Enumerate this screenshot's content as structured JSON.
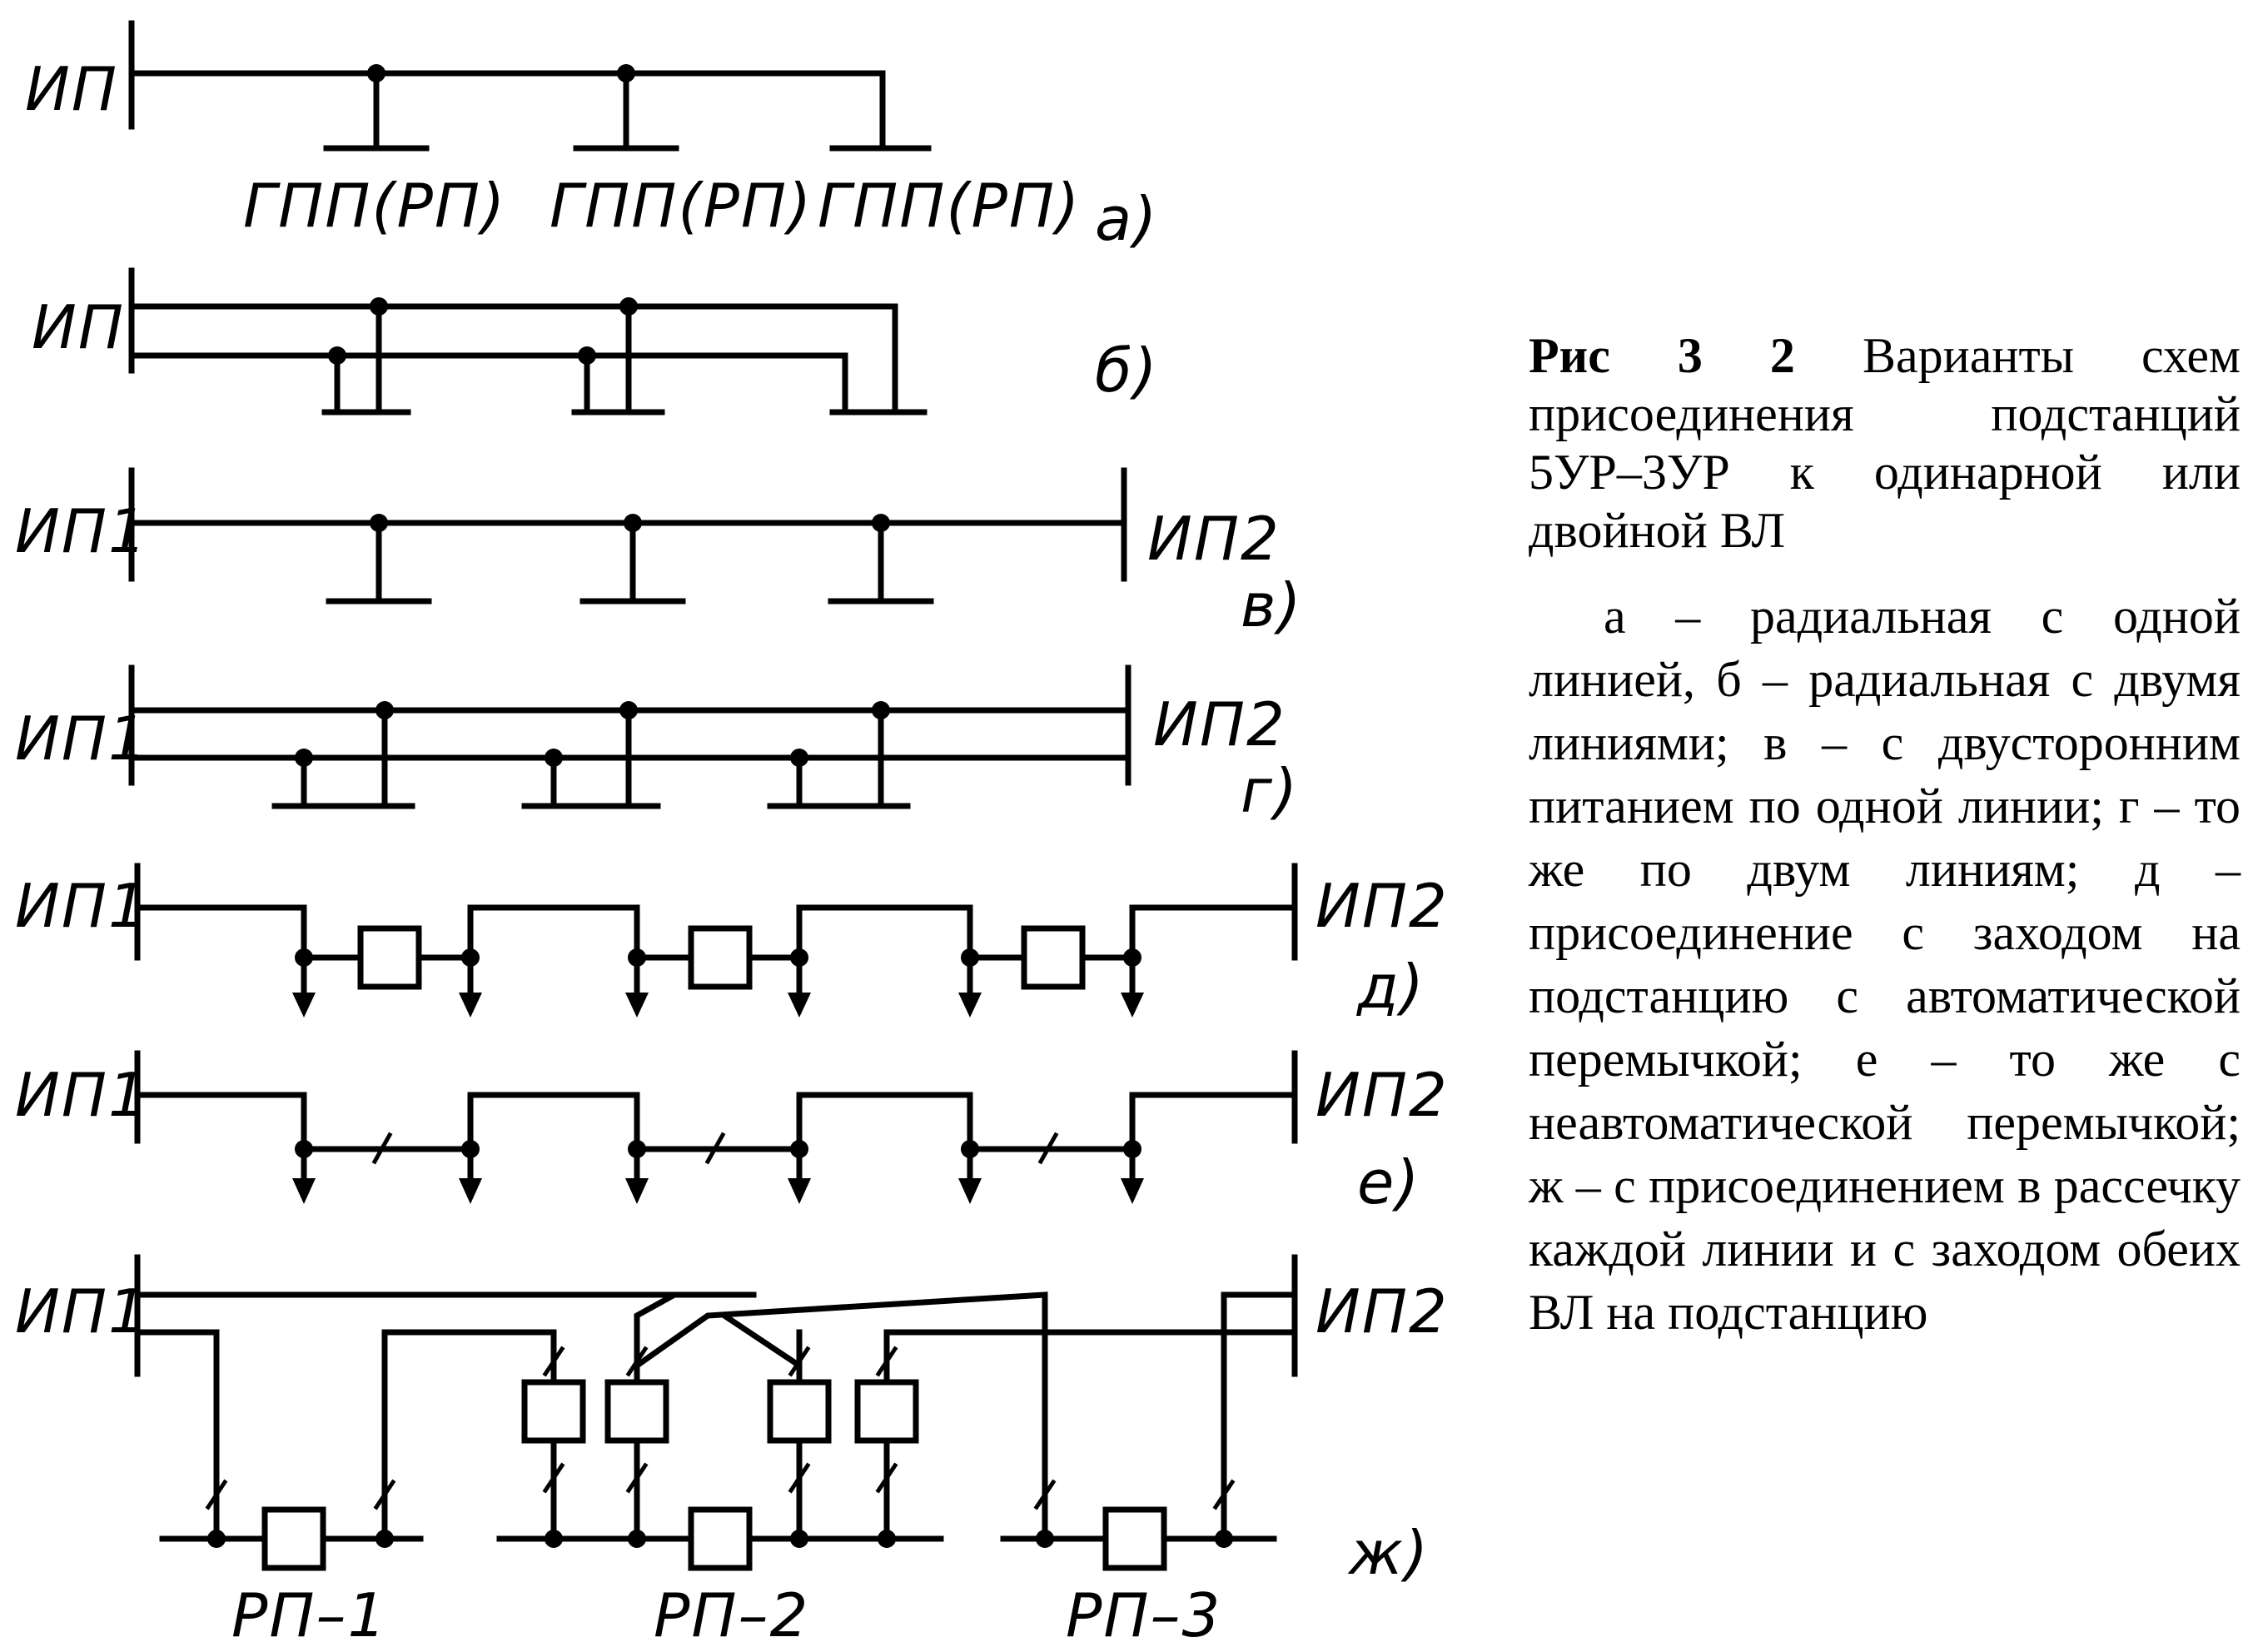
{
  "figure": {
    "caption": {
      "number": "Рис  3 2",
      "title": "Варианты схем присоединения подстанций 5УР–3УР к одинарной или двойной ВЛ",
      "description": "а – радиальная с одной линией, б – радиальная с двумя линиями; в – с двусторонним питанием по одной линии; г – то же по двум линиям; д – присоединение с заходом на подстанцию с автоматической перемычкой; е – то же с неавтоматической перемычкой; ж – с присоединением в рассечку каждой линии и с заходом обеих ВЛ на подстанцию"
    },
    "schemes": {
      "a": {
        "tag": "а)",
        "source": "ИП",
        "substations": [
          "ГПП(РП)",
          "ГПП(РП)",
          "ГПП(РП)"
        ]
      },
      "b": {
        "tag": "б)",
        "source": "ИП"
      },
      "v": {
        "tag": "в)",
        "source_left": "ИП1",
        "source_right": "ИП2"
      },
      "g": {
        "tag": "г)",
        "source_left": "ИП1",
        "source_right": "ИП2"
      },
      "d": {
        "tag": "д)",
        "source_left": "ИП1",
        "source_right": "ИП2"
      },
      "e": {
        "tag": "е)",
        "source_left": "ИП1",
        "source_right": "ИП2"
      },
      "zh": {
        "tag": "ж)",
        "source_left": "ИП1",
        "source_right": "ИП2",
        "substations": [
          "РП–1",
          "РП–2",
          "РП–3"
        ]
      }
    }
  }
}
